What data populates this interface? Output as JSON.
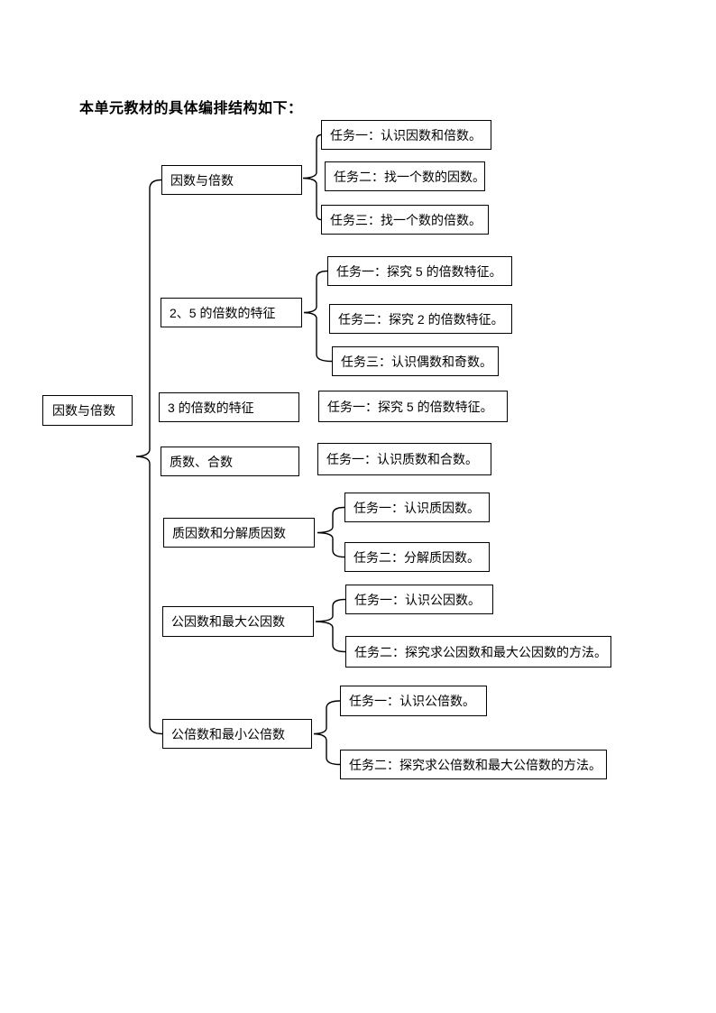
{
  "page": {
    "heading": "本单元教材的具体编排结构如下："
  },
  "colors": {
    "text": "#000000",
    "box_border": "#000000",
    "background": "#ffffff"
  },
  "diagram": {
    "root": {
      "label": "因数与倍数"
    },
    "branches": [
      {
        "label": "因数与倍数",
        "tasks": [
          "任务一：认识因数和倍数。",
          "任务二：找一个数的因数。",
          "任务三：找一个数的倍数。"
        ]
      },
      {
        "label": "2、5 的倍数的特征",
        "tasks": [
          "任务一：探究 5 的倍数特征。",
          "任务二：探究 2 的倍数特征。",
          "任务三：认识偶数和奇数。"
        ]
      },
      {
        "label": "3 的倍数的特征",
        "tasks": [
          "任务一：探究 5 的倍数特征。"
        ]
      },
      {
        "label": "质数、合数",
        "tasks": [
          "任务一：认识质数和合数。"
        ]
      },
      {
        "label": "质因数和分解质因数",
        "tasks": [
          "任务一：认识质因数。",
          "任务二：分解质因数。"
        ]
      },
      {
        "label": "公因数和最大公因数",
        "tasks": [
          "任务一：认识公因数。",
          "任务二：探究求公因数和最大公因数的方法。"
        ]
      },
      {
        "label": "公倍数和最小公倍数",
        "tasks": [
          "任务一：认识公倍数。",
          "任务二：探究求公倍数和最大公倍数的方法。"
        ]
      }
    ]
  }
}
